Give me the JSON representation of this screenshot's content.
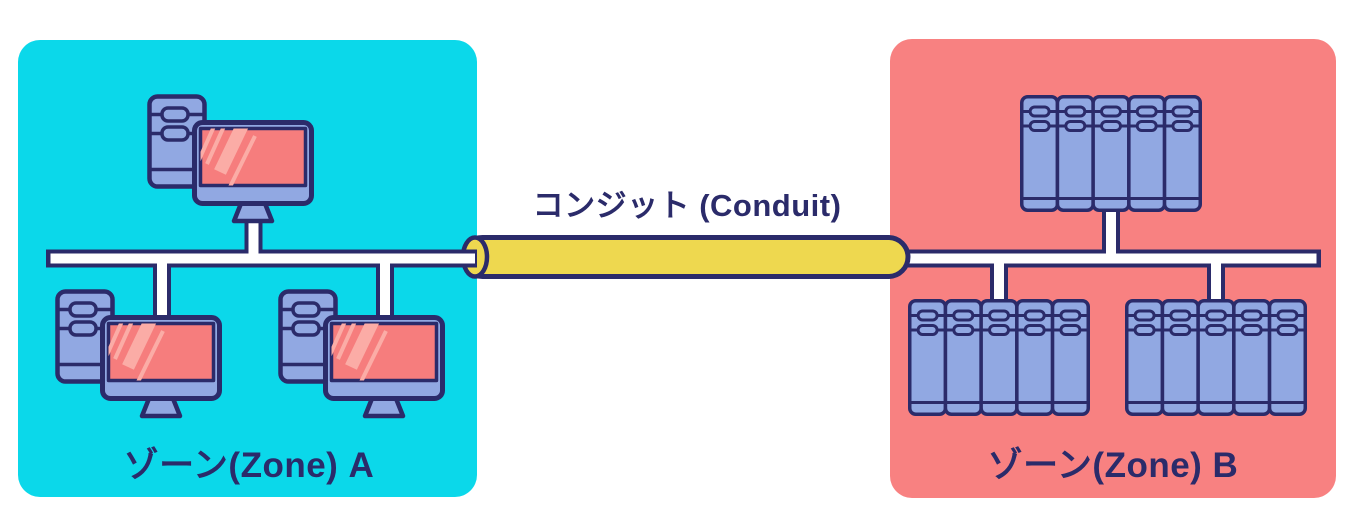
{
  "zone_a": {
    "label": "ゾーン(Zone) A",
    "fill": "#0bd8ea",
    "device_type": "workstation",
    "device_count": 3
  },
  "zone_b": {
    "label": "ゾーン(Zone) B",
    "fill": "#f88181",
    "device_type": "plc-rack",
    "device_count": 3
  },
  "conduit": {
    "label": "コンジット (Conduit)",
    "fill": "#eed84f"
  },
  "colors": {
    "navy": "#2b2b6a",
    "cyan": "#0bd8ea",
    "salmon": "#f88181",
    "periwinkle": "#91a8e2",
    "screen_red": "#f67d7d",
    "glare_pink": "#fbaca6",
    "yellow": "#eed84f",
    "white": "#ffffff"
  }
}
